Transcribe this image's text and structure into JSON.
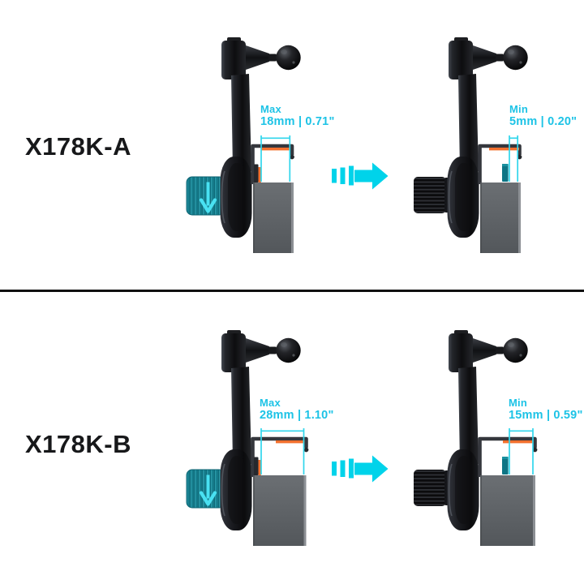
{
  "page": {
    "background": "#ffffff",
    "type": "product-clamp-range-comparison"
  },
  "panels": [
    {
      "model": "X178K-A",
      "products": [
        {
          "state_label": "Max",
          "measurement": "18mm | 0.71\"",
          "gap_mm": 18,
          "gap_inch": 0.71,
          "knob": "teal",
          "knob_action": "turn-down"
        },
        {
          "state_label": "Min",
          "measurement": "5mm | 0.20\"",
          "gap_mm": 5,
          "gap_inch": 0.2,
          "knob": "black",
          "knob_action": "none"
        }
      ]
    },
    {
      "model": "X178K-B",
      "products": [
        {
          "state_label": "Max",
          "measurement": "28mm | 1.10\"",
          "gap_mm": 28,
          "gap_inch": 1.1,
          "knob": "teal",
          "knob_action": "turn-down"
        },
        {
          "state_label": "Min",
          "measurement": "15mm | 0.59\"",
          "gap_mm": 15,
          "gap_inch": 0.59,
          "knob": "black",
          "knob_action": "none"
        }
      ]
    }
  ],
  "icons": {
    "transform_arrow": "fast-forward-right-arrow",
    "knob_direction": "down-arrow"
  },
  "colors": {
    "accent_text": "#1dc3e6",
    "dimension_line": "#30d6ec",
    "arrow": "#00d3ea",
    "knob_arrow": "#49e1f2",
    "knob_teal": "#177f8e",
    "teal_post": "#0d7585",
    "orange_highlight": "#f2702e",
    "label_text": "#17181a",
    "divider": "#101010"
  }
}
